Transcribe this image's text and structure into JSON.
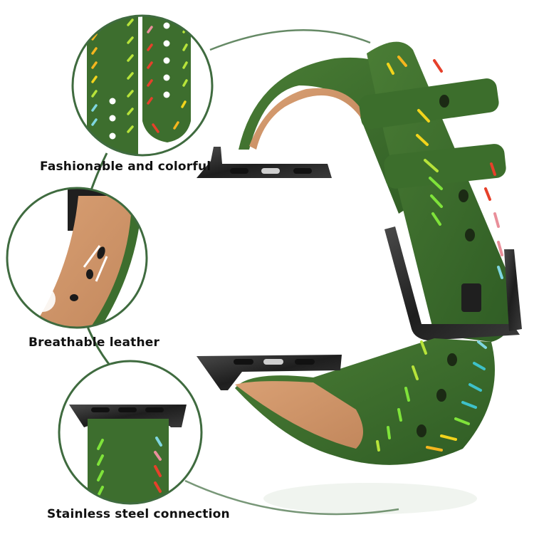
{
  "product": {
    "type": "leather watch band",
    "colors": {
      "leather_green": "#3d6e2e",
      "leather_green_dark": "#2f5a24",
      "lining_tan": "#c98e62",
      "hardware_black": "#2b2b2b",
      "callout_ring": "#3f6b3f"
    },
    "stitch_colors": [
      "#f5b51e",
      "#b7e33a",
      "#7fe33a",
      "#e6402a",
      "#e98f9a",
      "#7fd6e0",
      "#3ec1c9",
      "#f2d41c"
    ]
  },
  "callouts": [
    {
      "id": "fashionable",
      "label": "Fashionable and colorful",
      "icon": "stitching-closeup"
    },
    {
      "id": "breathable",
      "label": "Breathable leather",
      "icon": "airflow-closeup"
    },
    {
      "id": "steel",
      "label": "Stainless steel connection",
      "icon": "connector-closeup"
    }
  ]
}
